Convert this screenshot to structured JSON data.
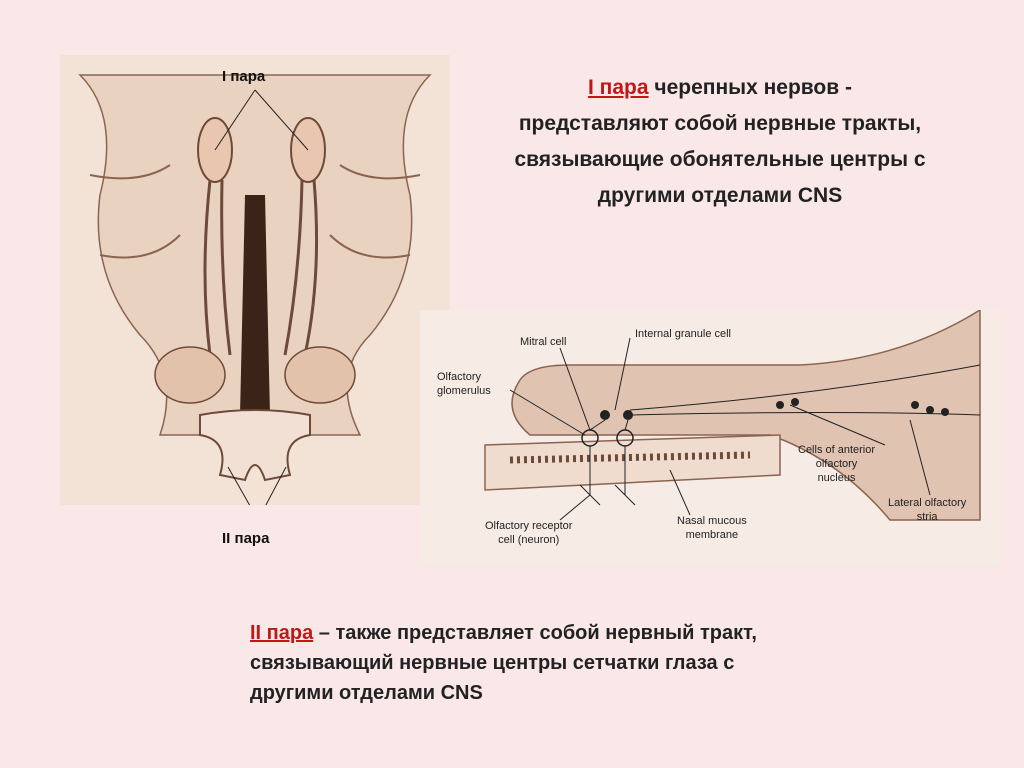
{
  "left_figure": {
    "label_top": "I пара",
    "label_bottom": "II пара"
  },
  "title": {
    "highlight": "I пара",
    "rest_line1": " черепных нервов -",
    "line2": "представляют собой нервные тракты,",
    "line3": "связывающие обонятельные центры с",
    "line4": "другими отделами CNS"
  },
  "diagram": {
    "mitral_cell": "Mitral cell",
    "internal_granule_cell": "Internal granule cell",
    "olfactory_glomerulus_1": "Olfactory",
    "olfactory_glomerulus_2": "glomerulus",
    "cells_anterior_1": "Cells of anterior",
    "cells_anterior_2": "olfactory",
    "cells_anterior_3": "nucleus",
    "lateral_stria_1": "Lateral olfactory",
    "lateral_stria_2": "stria",
    "receptor_1": "Olfactory receptor",
    "receptor_2": "cell (neuron)",
    "mucous_1": "Nasal mucous",
    "mucous_2": "membrane"
  },
  "bottom": {
    "highlight": "II пара",
    "rest_line1": " – также представляет собой нервный тракт,",
    "line2": "связывающий нервные центры сетчатки глаза с",
    "line3": "другими отделами CNS"
  },
  "colors": {
    "background": "#fae8e8",
    "highlight": "#c01818",
    "illustration": "#d8b8a4"
  }
}
